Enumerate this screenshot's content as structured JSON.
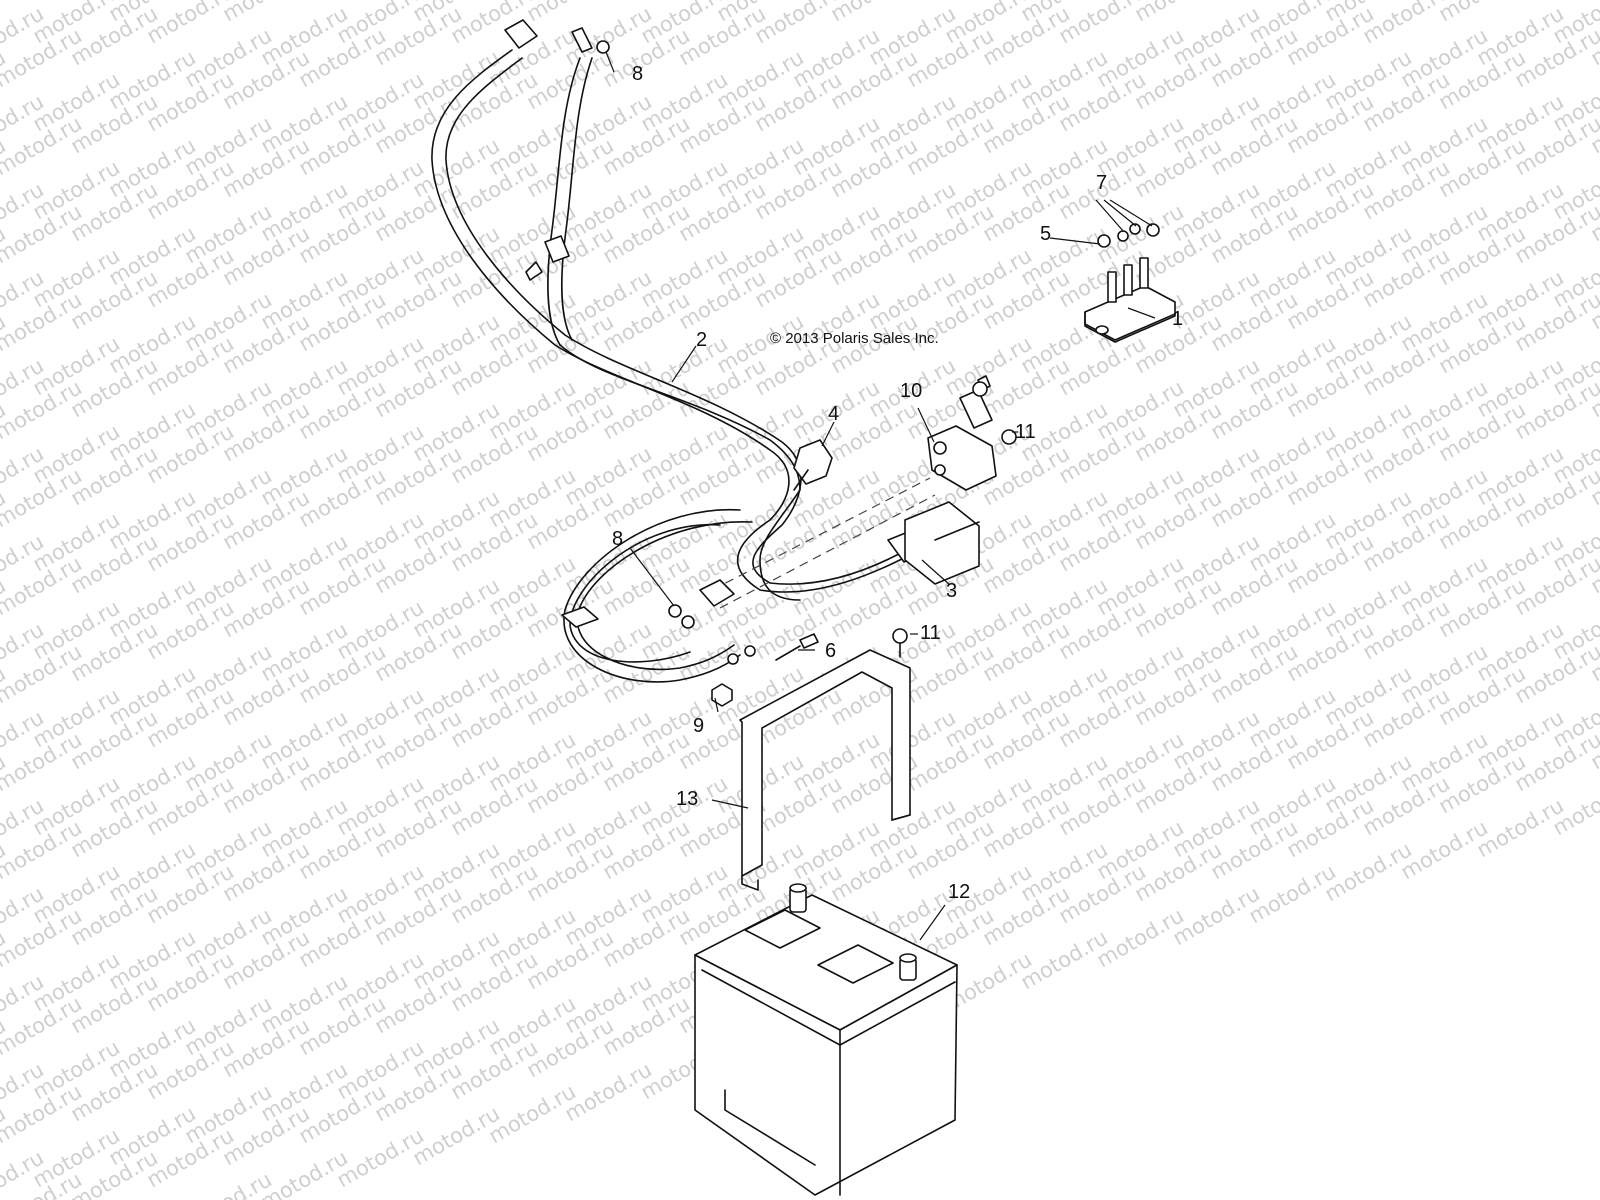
{
  "watermark": "motod.ru",
  "copyright": "© 2013 Polaris Sales Inc.",
  "callouts": [
    {
      "id": "c1",
      "label": "1"
    },
    {
      "id": "c2",
      "label": "2"
    },
    {
      "id": "c3",
      "label": "3"
    },
    {
      "id": "c4",
      "label": "4"
    },
    {
      "id": "c5",
      "label": "5"
    },
    {
      "id": "c6",
      "label": "6"
    },
    {
      "id": "c7",
      "label": "7"
    },
    {
      "id": "c8a",
      "label": "8"
    },
    {
      "id": "c8b",
      "label": "8"
    },
    {
      "id": "c9",
      "label": "9"
    },
    {
      "id": "c10",
      "label": "10"
    },
    {
      "id": "c11a",
      "label": "11"
    },
    {
      "id": "c11b",
      "label": "11"
    },
    {
      "id": "c12",
      "label": "12"
    },
    {
      "id": "c13",
      "label": "13"
    }
  ]
}
